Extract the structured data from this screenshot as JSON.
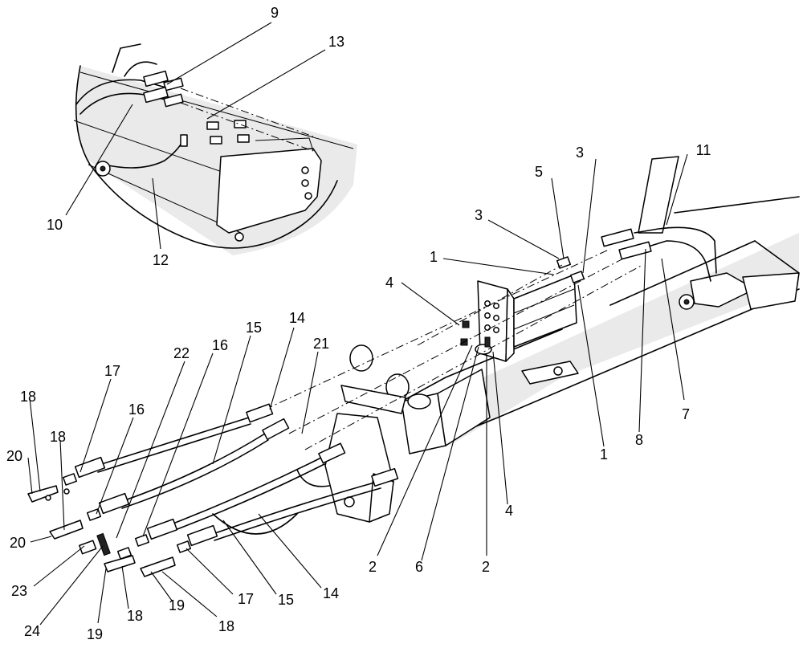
{
  "diagram": {
    "callouts": [
      "9",
      "13",
      "3",
      "5",
      "11",
      "3",
      "1",
      "4",
      "10",
      "12",
      "15",
      "14",
      "22",
      "16",
      "21",
      "17",
      "16",
      "18",
      "18",
      "20",
      "20",
      "23",
      "24",
      "19",
      "18",
      "19",
      "18",
      "17",
      "15",
      "14",
      "2",
      "6",
      "2",
      "4",
      "1",
      "8",
      "7"
    ]
  }
}
